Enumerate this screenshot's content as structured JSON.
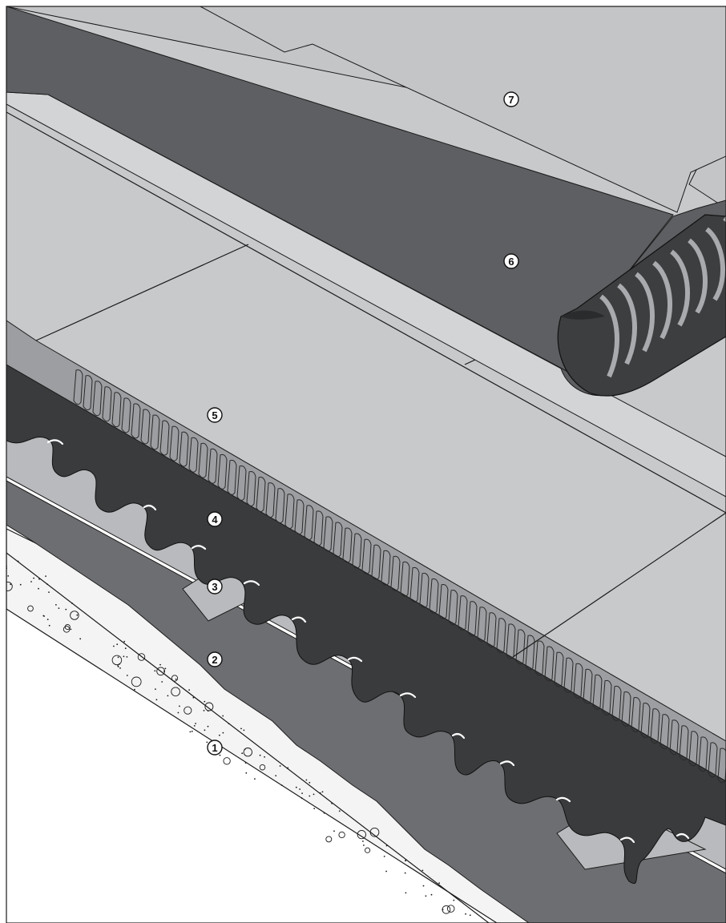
{
  "diagram": {
    "callouts": [
      {
        "id": "1",
        "label": "1"
      },
      {
        "id": "2",
        "label": "2"
      },
      {
        "id": "3",
        "label": "3"
      },
      {
        "id": "4",
        "label": "4"
      },
      {
        "id": "5",
        "label": "5"
      },
      {
        "id": "6",
        "label": "6"
      },
      {
        "id": "7",
        "label": "7"
      }
    ],
    "colors": {
      "background": "#ffffff",
      "concrete": "#f4f4f4",
      "vapour_barrier": "#6d6e71",
      "primer_sheet": "#b9babd",
      "bitumen_adhesive": "#3a3b3d",
      "insulation_board": "#c8c9cb",
      "membrane": "#5e5f62",
      "cap_sheet": "#c4c5c7",
      "outline": "#1a1a1a"
    }
  }
}
